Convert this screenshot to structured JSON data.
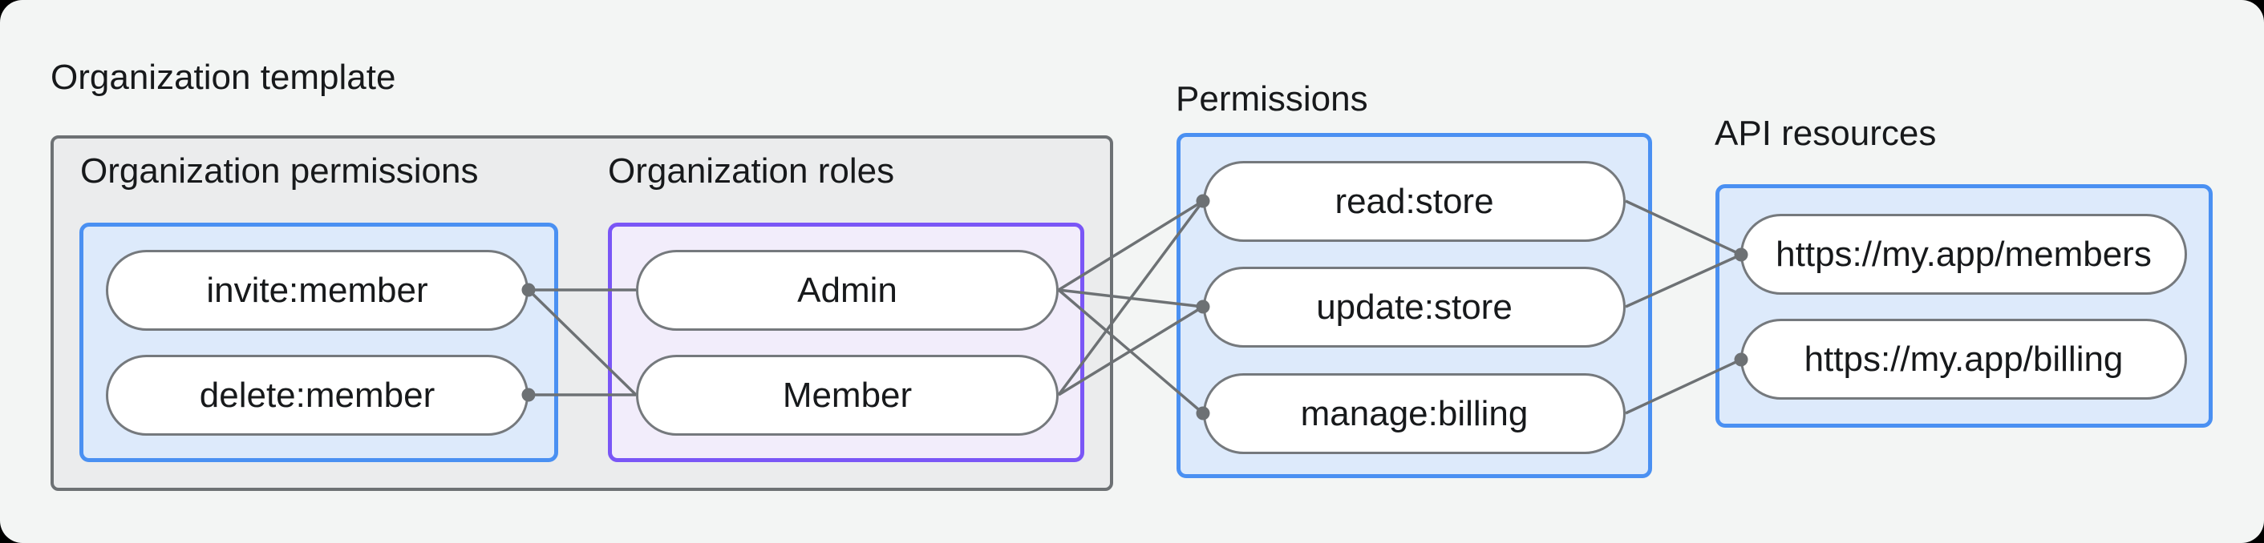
{
  "labels": {
    "organization_template": "Organization template",
    "organization_permissions": "Organization permissions",
    "organization_roles": "Organization roles",
    "permissions": "Permissions",
    "api_resources": "API resources"
  },
  "nodes": {
    "invite_member": "invite:member",
    "delete_member": "delete:member",
    "admin": "Admin",
    "member": "Member",
    "read_store": "read:store",
    "update_store": "update:store",
    "manage_billing": "manage:billing",
    "api_members": "https://my.app/members",
    "api_billing": "https://my.app/billing"
  },
  "connections": [
    {
      "from": "invite_member",
      "to": "admin"
    },
    {
      "from": "invite_member",
      "to": "member"
    },
    {
      "from": "delete_member",
      "to": "member"
    },
    {
      "from": "admin",
      "to": "read_store"
    },
    {
      "from": "admin",
      "to": "update_store"
    },
    {
      "from": "admin",
      "to": "manage_billing"
    },
    {
      "from": "member",
      "to": "read_store"
    },
    {
      "from": "member",
      "to": "update_store"
    },
    {
      "from": "read_store",
      "to": "api_members"
    },
    {
      "from": "update_store",
      "to": "api_members"
    },
    {
      "from": "manage_billing",
      "to": "api_billing"
    }
  ],
  "colors": {
    "page_bg": "#f3f5f4",
    "group_fill": "#ebeced",
    "stroke": "#6d7174",
    "blue_fill": "#ddeafb",
    "blue_border": "#4a90f2",
    "purple_fill": "#f2edfb",
    "purple_border": "#7a56f6",
    "pill_fill": "#ffffff",
    "pill_border": "#75797d",
    "text": "#17191b"
  }
}
